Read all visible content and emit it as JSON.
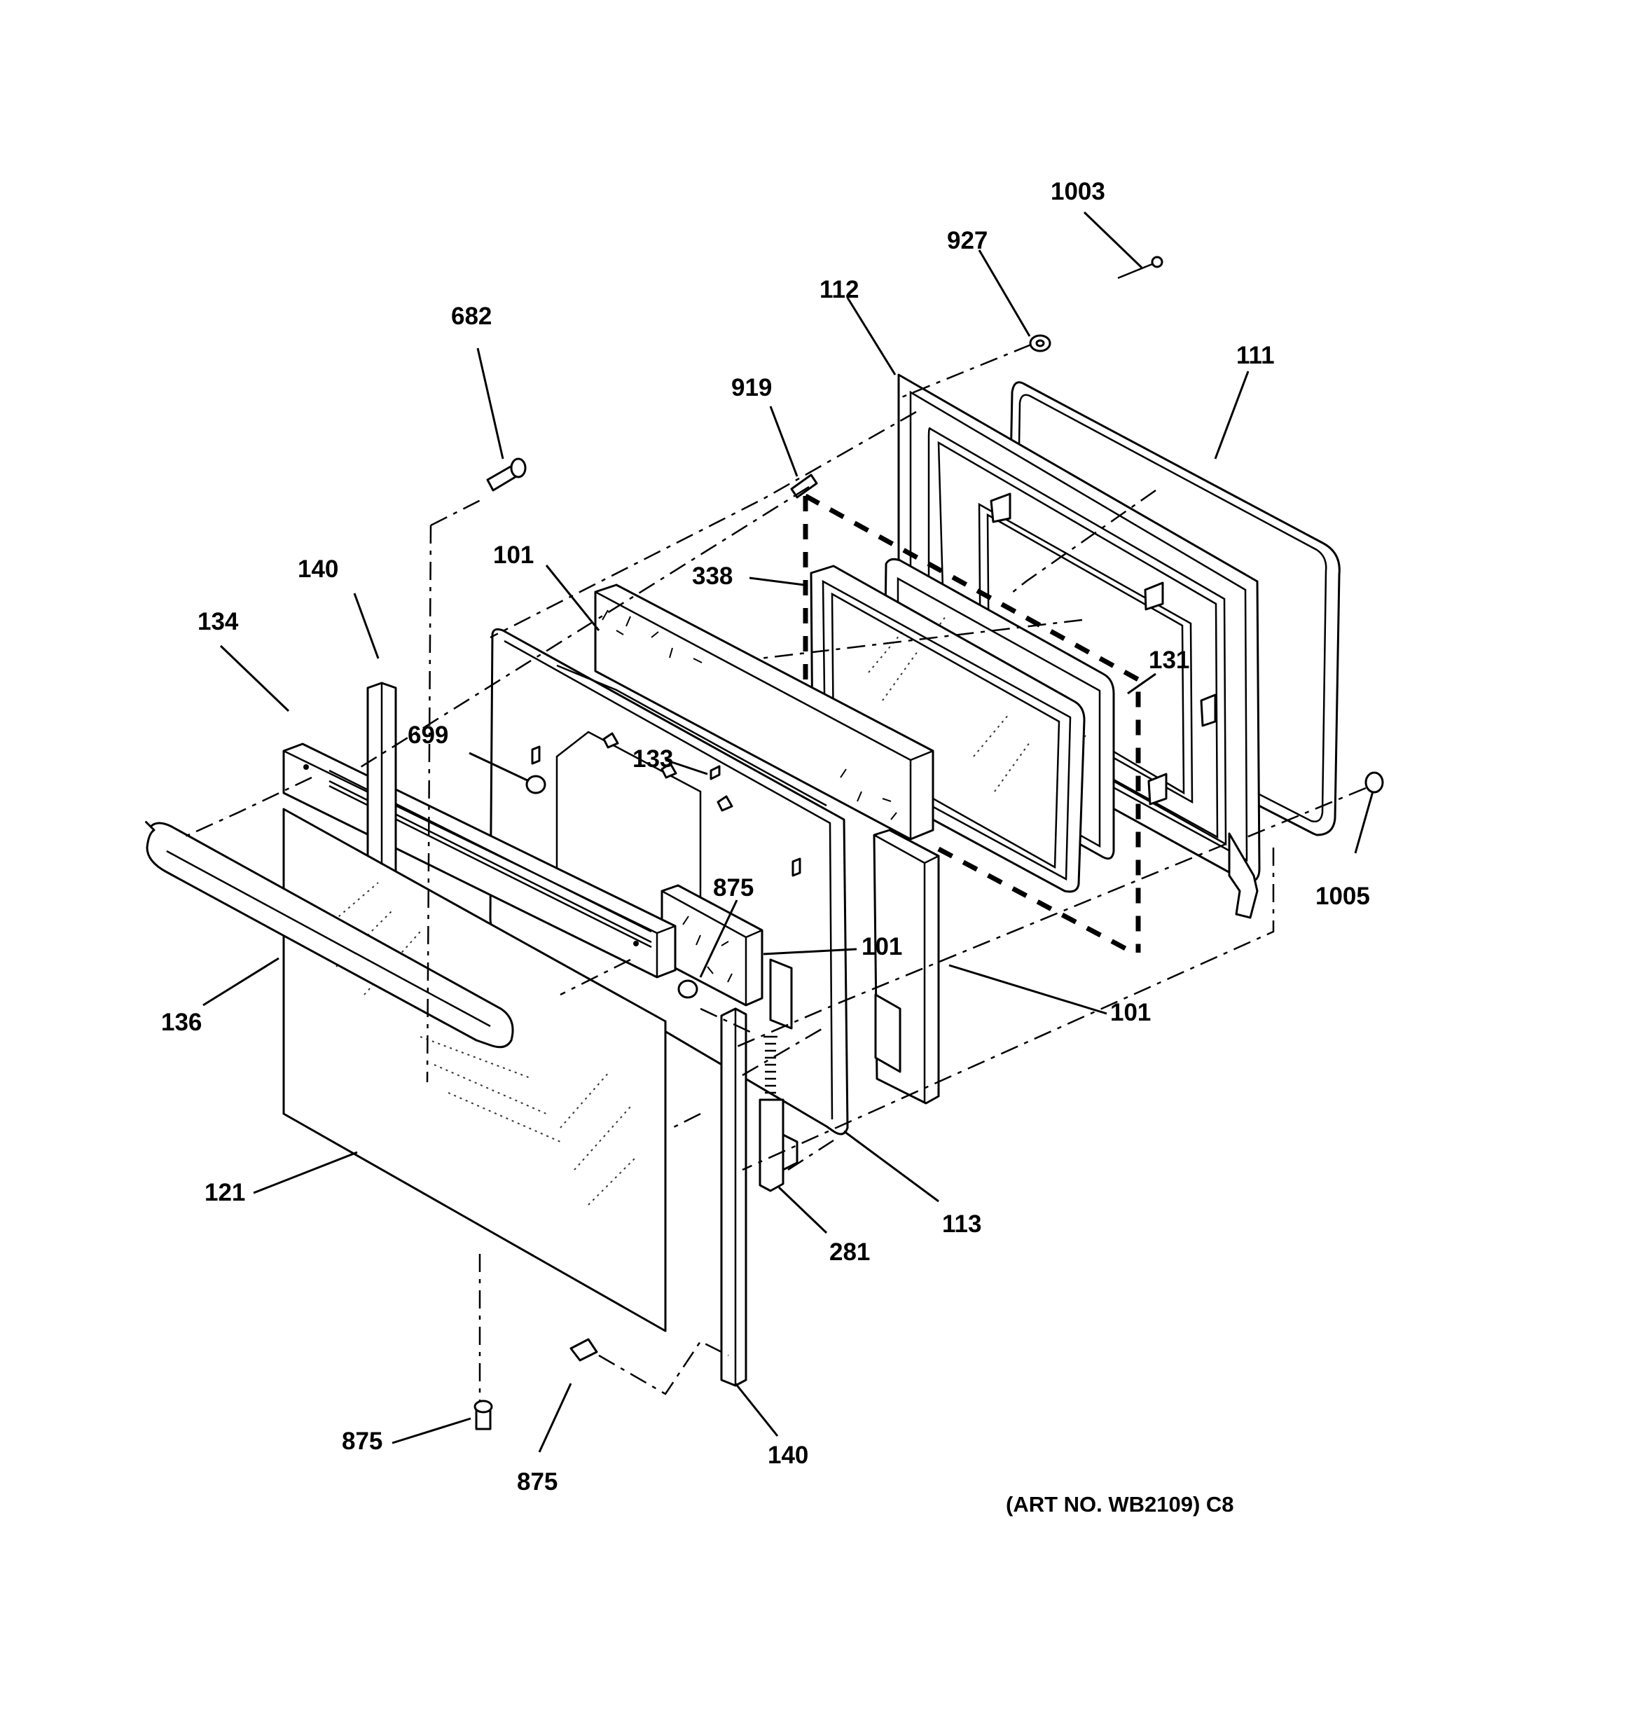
{
  "diagram": {
    "part_labels": {
      "p1003": "1003",
      "p927": "927",
      "p112": "112",
      "p111": "111",
      "p682": "682",
      "p919": "919",
      "p140_top": "140",
      "p101_top": "101",
      "p338": "338",
      "p131": "131",
      "p134": "134",
      "p699": "699",
      "p133": "133",
      "p875_mid": "875",
      "p101_mid": "101",
      "p1005": "1005",
      "p101_right": "101",
      "p136": "136",
      "p121": "121",
      "p113": "113",
      "p281": "281",
      "p875_left": "875",
      "p875_bottom": "875",
      "p140_bottom": "140"
    },
    "art_number": "(ART NO. WB2109) C8"
  }
}
